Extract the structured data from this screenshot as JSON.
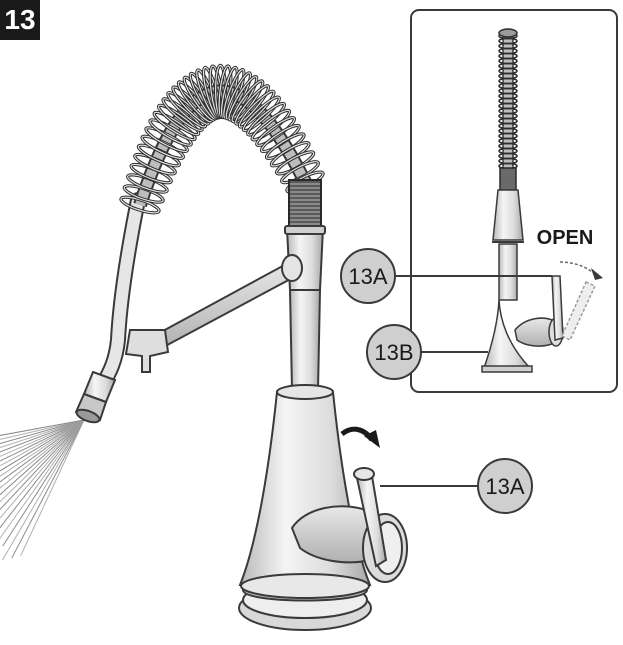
{
  "step": {
    "number": "13"
  },
  "inset": {
    "open_label": "OPEN"
  },
  "callouts": {
    "inset_13a": "13A",
    "inset_13b": "13B",
    "main_13a": "13A"
  },
  "colors": {
    "outline": "#3a3a3a",
    "metal_light": "#f2f2f2",
    "metal_mid": "#d4d4d4",
    "metal_dark": "#9a9a9a",
    "callout_fill": "#cfcfcf",
    "badge": "#1a1a1a"
  }
}
